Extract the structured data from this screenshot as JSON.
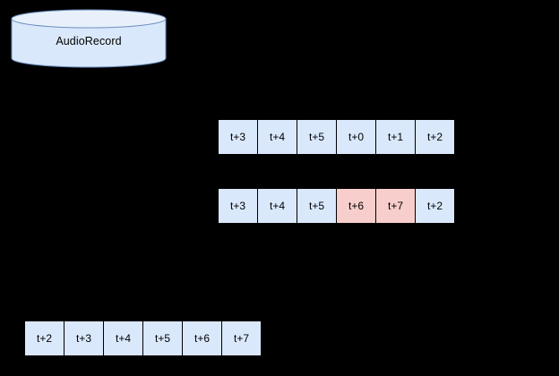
{
  "diagram": {
    "background_color": "#000000",
    "source": {
      "shape": "cylinder",
      "name": "audio-record-store",
      "label": "AudioRecord",
      "fill_color": "#dae8fc",
      "stroke_color": "#6c8ebf"
    },
    "colors": {
      "cell_blue": "#dae8fc",
      "cell_pink": "#f8cecc",
      "cell_border": "#000000",
      "text": "#000000"
    },
    "rows": [
      {
        "name": "buffer-row-pending",
        "cells": [
          {
            "label": "t+3",
            "state": "normal"
          },
          {
            "label": "t+4",
            "state": "normal"
          },
          {
            "label": "t+5",
            "state": "normal"
          },
          {
            "label": "t+0",
            "state": "normal"
          },
          {
            "label": "t+1",
            "state": "normal"
          },
          {
            "label": "t+2",
            "state": "normal"
          }
        ]
      },
      {
        "name": "buffer-row-overwritten",
        "cells": [
          {
            "label": "t+3",
            "state": "normal"
          },
          {
            "label": "t+4",
            "state": "normal"
          },
          {
            "label": "t+5",
            "state": "normal"
          },
          {
            "label": "t+6",
            "state": "highlight"
          },
          {
            "label": "t+7",
            "state": "highlight"
          },
          {
            "label": "t+2",
            "state": "normal"
          }
        ]
      },
      {
        "name": "buffer-row-ordered",
        "cells": [
          {
            "label": "t+2",
            "state": "normal"
          },
          {
            "label": "t+3",
            "state": "normal"
          },
          {
            "label": "t+4",
            "state": "normal"
          },
          {
            "label": "t+5",
            "state": "normal"
          },
          {
            "label": "t+6",
            "state": "normal"
          },
          {
            "label": "t+7",
            "state": "normal"
          }
        ]
      }
    ]
  }
}
